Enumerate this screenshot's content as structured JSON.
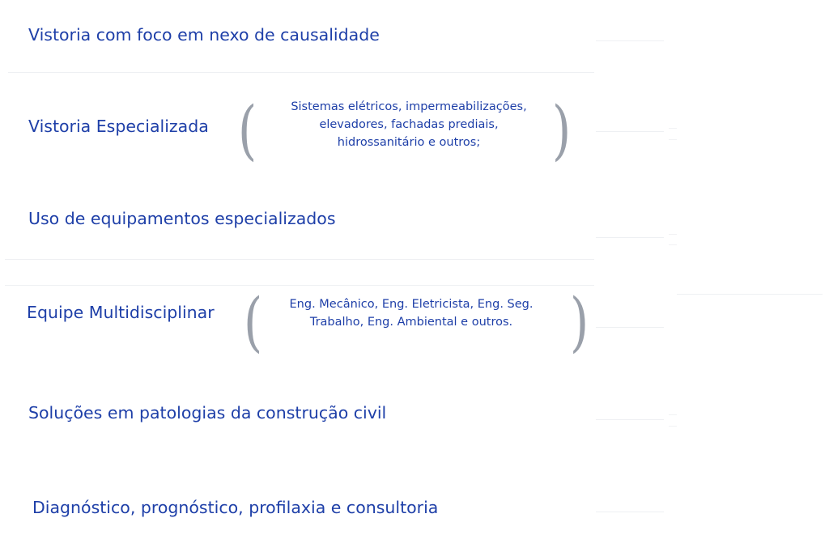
{
  "items": [
    {
      "label": "Vistoria com foco em nexo de causalidade"
    },
    {
      "label": "Vistoria Especializada",
      "detail": [
        "Sistemas elétricos, impermeabilizações,",
        "elevadores, fachadas prediais,",
        "hidrossanitário e outros;"
      ]
    },
    {
      "label": "Uso de equipamentos especializados"
    },
    {
      "label": "Equipe Multidisciplinar",
      "detail": [
        "Eng. Mecânico, Eng. Eletricista, Eng. Seg.",
        "Trabalho, Eng. Ambiental e outros."
      ]
    },
    {
      "label": "Soluções em patologias da construção civil"
    },
    {
      "label": "Diagnóstico, prognóstico, profilaxia e consultoria"
    }
  ],
  "colors": {
    "text": "#1e3fa8",
    "bracket": "#9aa0aa",
    "divider": "#eef0f3",
    "background": "#ffffff"
  }
}
